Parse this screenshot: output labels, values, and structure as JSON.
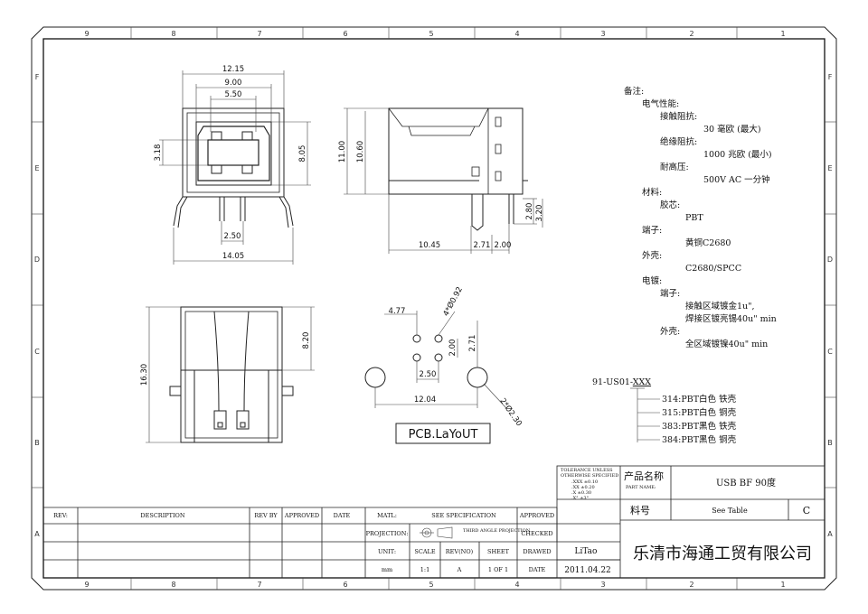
{
  "grid": {
    "columns": [
      "9",
      "8",
      "7",
      "6",
      "5",
      "4",
      "3",
      "2",
      "1"
    ],
    "rows": [
      "F",
      "E",
      "D",
      "C",
      "B",
      "A"
    ]
  },
  "dims": {
    "front_w1": "12.15",
    "front_w2": "9.00",
    "front_w3": "5.50",
    "front_h1": "3.18",
    "front_h2": "8.05",
    "front_pin": "2.50",
    "front_total": "14.05",
    "side_h1": "11.00",
    "side_h2": "10.60",
    "side_l1": "10.45",
    "side_l2": "2.71",
    "side_l3": "2.00",
    "side_r1": "2.80",
    "side_r2": "3.20",
    "bottom_h1": "16.30",
    "bottom_h2": "8.20",
    "pcb_top": "4.77",
    "pcb_hole": "4*Ø0.92",
    "pcb_v1": "2.00",
    "pcb_v2": "2.71",
    "pcb_h1": "2.50",
    "pcb_h2": "12.04",
    "pcb_big": "2*Ø2.30"
  },
  "pcb_label": "PCB.LaYoUT",
  "notes": [
    "备注:",
    "电气性能:",
    "接触阻抗:",
    "30 毫欧 (最大)",
    "绝缘阻抗:",
    "1000 兆欧 (最小)",
    "耐高压:",
    "500V AC 一分钟",
    "材料:",
    "胶芯:",
    "PBT",
    "端子:",
    "黄铜C2680",
    "外壳:",
    "C2680/SPCC",
    "电镀:",
    "端子:",
    "接触区域镀金1u\",",
    "焊接区镀亮锡40u\" min",
    "外壳:",
    "全区域镀镍40u\" min"
  ],
  "partnum": {
    "base": "91-US01-",
    "suffix": "XXX",
    "variants": [
      "314:PBT白色 铁壳",
      "315:PBT白色 铜壳",
      "383:PBT黑色 铁壳",
      "384:PBT黑色 铜壳"
    ]
  },
  "titleblock": {
    "tolerance": [
      "TOLERANCE UNLESS",
      "OTHERWISE SPECIFIED",
      ".XXX ±0.10",
      ".XX ±0.20",
      ".X ±0.30",
      ".X° ±3°"
    ],
    "product_name_label": "产品名称",
    "part_name_label": "PART NAME:",
    "product_name": "USB BF 90度",
    "item_label": "料号",
    "item_value": "See Table",
    "revision": "C",
    "rev_header": [
      "REV:",
      "DESCRIPTION",
      "REV BY",
      "APPROVED",
      "DATE"
    ],
    "matl_label": "MATL:",
    "matl_value": "SEE SPECIFICATION",
    "approved": "APPROVED",
    "projection_label": "PROJECTION:",
    "projection_value": "THIRD ANGLE PROJECTION",
    "checked": "CHECKED",
    "unit_label": "UNIT:",
    "scale_label": "SCALE",
    "rev_no_label": "REV(NO)",
    "sheet_label": "SHEET",
    "drawed_label": "DRAWED",
    "drawed_value": "LiTao",
    "unit_value": "mm",
    "scale_value": "1:1",
    "rev_no_value": "A",
    "sheet_value": "1 OF 1",
    "date_label": "DATE",
    "date_value": "2011.04.22",
    "company": "乐清市海通工贸有限公司"
  }
}
